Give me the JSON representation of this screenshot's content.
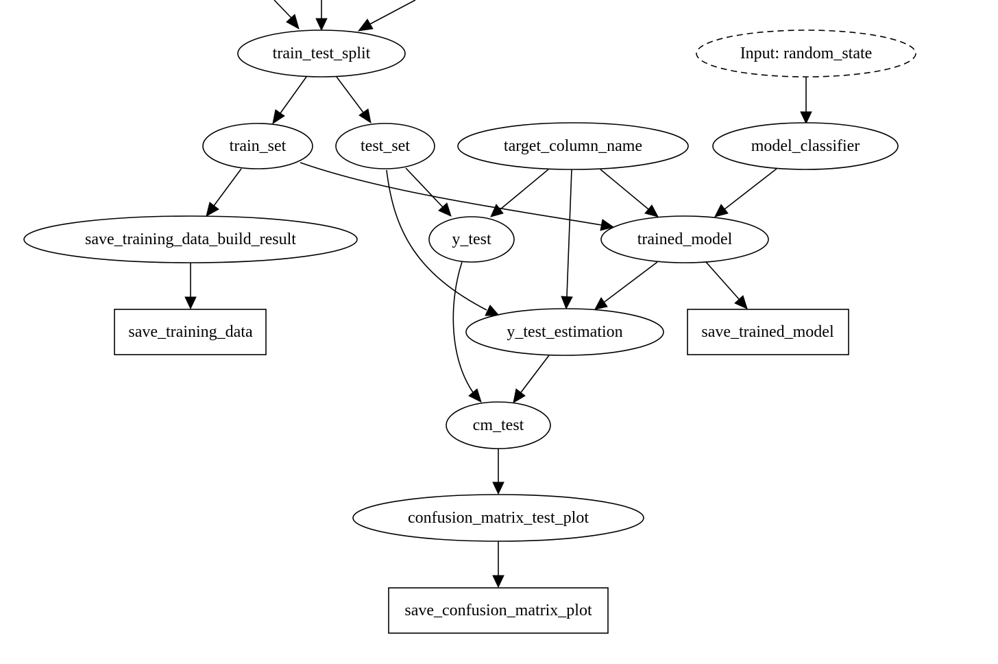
{
  "diagram": {
    "nodes": {
      "train_test_split": "train_test_split",
      "input_random_state": "Input: random_state",
      "train_set": "train_set",
      "test_set": "test_set",
      "target_column_name": "target_column_name",
      "model_classifier": "model_classifier",
      "save_training_data_build_result": "save_training_data_build_result",
      "y_test": "y_test",
      "trained_model": "trained_model",
      "save_training_data": "save_training_data",
      "y_test_estimation": "y_test_estimation",
      "save_trained_model": "save_trained_model",
      "cm_test": "cm_test",
      "confusion_matrix_test_plot": "confusion_matrix_test_plot",
      "save_confusion_matrix_plot": "save_confusion_matrix_plot"
    },
    "edges": [
      {
        "from": "(off-screen)",
        "to": "train_test_split"
      },
      {
        "from": "(off-screen)",
        "to": "train_test_split"
      },
      {
        "from": "(off-screen)",
        "to": "train_test_split"
      },
      {
        "from": "train_test_split",
        "to": "train_set"
      },
      {
        "from": "train_test_split",
        "to": "test_set"
      },
      {
        "from": "input_random_state",
        "to": "model_classifier"
      },
      {
        "from": "train_set",
        "to": "save_training_data_build_result"
      },
      {
        "from": "train_set",
        "to": "trained_model"
      },
      {
        "from": "test_set",
        "to": "y_test"
      },
      {
        "from": "test_set",
        "to": "y_test_estimation"
      },
      {
        "from": "target_column_name",
        "to": "y_test"
      },
      {
        "from": "target_column_name",
        "to": "y_test_estimation"
      },
      {
        "from": "target_column_name",
        "to": "trained_model"
      },
      {
        "from": "model_classifier",
        "to": "trained_model"
      },
      {
        "from": "save_training_data_build_result",
        "to": "save_training_data"
      },
      {
        "from": "trained_model",
        "to": "y_test_estimation"
      },
      {
        "from": "trained_model",
        "to": "save_trained_model"
      },
      {
        "from": "y_test",
        "to": "cm_test"
      },
      {
        "from": "y_test_estimation",
        "to": "cm_test"
      },
      {
        "from": "cm_test",
        "to": "confusion_matrix_test_plot"
      },
      {
        "from": "confusion_matrix_test_plot",
        "to": "save_confusion_matrix_plot"
      }
    ]
  }
}
